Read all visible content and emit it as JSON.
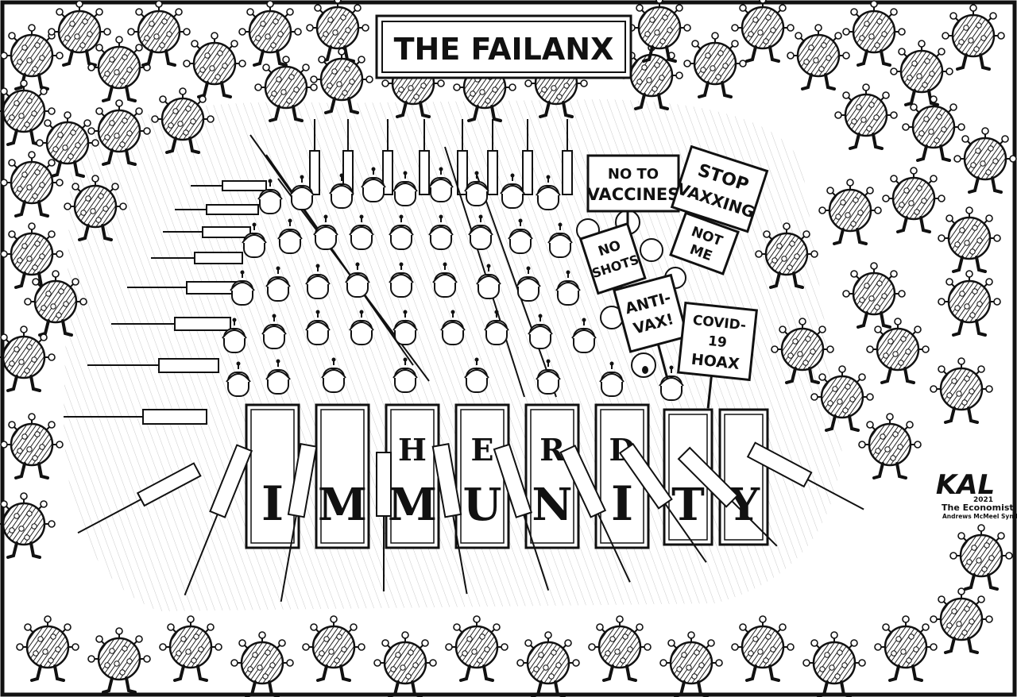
{
  "title": "THE FAILANX",
  "signs": [
    {
      "line1": "NO TO",
      "line2": "VACCINES"
    },
    {
      "line1": "STOP",
      "line2": "VAXXING"
    },
    {
      "line1": "NOT",
      "line2": "ME"
    },
    {
      "line1": "NO",
      "line2": "SHOTS"
    },
    {
      "line1": "ANTI-",
      "line2": "VAX!"
    },
    {
      "line1": "COVID-",
      "line2": "19",
      "line3": "HOAX"
    }
  ],
  "shields": [
    {
      "top": "",
      "bottom": "I"
    },
    {
      "top": "",
      "bottom": "M"
    },
    {
      "top": "H",
      "bottom": "M"
    },
    {
      "top": "E",
      "bottom": "U"
    },
    {
      "top": "R",
      "bottom": "N"
    },
    {
      "top": "D",
      "bottom": "I"
    },
    {
      "top": "",
      "bottom": "T"
    },
    {
      "top": "",
      "bottom": "Y"
    }
  ],
  "signature": {
    "artist": "KAL",
    "year": "2021",
    "publication": "The Economist",
    "syndicate": "Andrews McMeel Synd"
  }
}
